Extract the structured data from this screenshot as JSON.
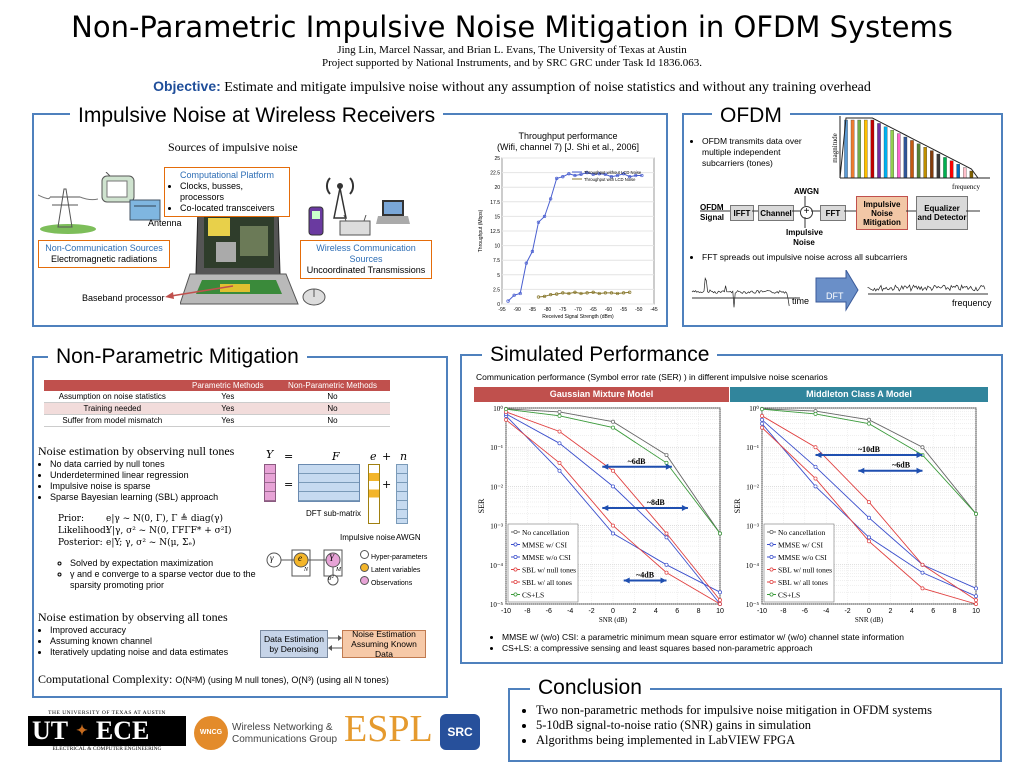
{
  "header": {
    "title": "Non-Parametric Impulsive Noise Mitigation in OFDM Systems",
    "authors": "Jing Lin, Marcel Nassar, and Brian L. Evans, The University of Texas at Austin",
    "support": "Project supported by National Instruments, and by SRC GRC under Task Id 1836.063.",
    "objective_label": "Objective:",
    "objective_text": "Estimate and mitigate impulsive noise without any assumption of noise statistics and without any training overhead"
  },
  "impulsive": {
    "title": "Impulsive Noise at Wireless Receivers",
    "sources_heading": "Sources of impulsive noise",
    "platform_title": "Computational Platform",
    "platform_items": [
      "Clocks, busses, processors",
      "Co-located transceivers"
    ],
    "antenna": "Antenna",
    "noncomm_title": "Non-Communication Sources",
    "noncomm_sub": "Electromagnetic radiations",
    "wireless_title": "Wireless Communication Sources",
    "wireless_sub": "Uncoordinated Transmissions",
    "baseband": "Baseband processor",
    "throughput_title1": "Throughput performance",
    "throughput_title2": "(Wifi, channel 7) [J. Shi et al., 2006]",
    "throughput_xlabel": "Received Signal Strength (dBm)",
    "throughput_ylabel": "Throughput (Mbps)",
    "throughput_legend": [
      "Throughput without LCD Noise",
      "Throughput with LCD Noise"
    ]
  },
  "ofdm": {
    "title": "OFDM",
    "bullet1": "OFDM transmits data over multiple independent subcarriers (tones)",
    "axis_magnitude": "magnitude",
    "axis_frequency": "frequency",
    "awgn": "AWGN",
    "signal": "OFDM Signal",
    "ifft": "IFFT",
    "channel": "Channel",
    "fft": "FFT",
    "impulsive_noise": "Impulsive Noise",
    "inm": "Impulsive Noise Mitigation",
    "eq": "Equalizer and Detector",
    "bullet2": "FFT spreads out impulsive noise across all subcarriers",
    "time": "time",
    "dft": "DFT",
    "frequency": "frequency"
  },
  "mitigation": {
    "title": "Non-Parametric Mitigation",
    "table_headers": [
      "",
      "Parametric Methods",
      "Non-Parametric Methods"
    ],
    "table_rows": [
      [
        "Assumption on noise statistics",
        "Yes",
        "No"
      ],
      [
        "Training needed",
        "Yes",
        "No"
      ],
      [
        "Suffer from model mismatch",
        "Yes",
        "No"
      ]
    ],
    "null_heading": "Noise estimation by observing null tones",
    "null_items": [
      "No data carried by null tones",
      "Underdetermined linear regression",
      "Impulsive noise is sparse",
      "Sparse Bayesian learning (SBL) approach"
    ],
    "prior": "Prior:",
    "prior_eq": "e|γ   ~ N(0, Γ), Γ ≜ diag(γ)",
    "likelihood": "Likelihood:",
    "likelihood_eq": "Y|γ, σ²   ~ N(0, ΓFΓF* + σ²I)",
    "posterior": "Posterior:",
    "posterior_eq": "e|Y; γ, σ² ~ N(μ, Σₑ)",
    "em_items": [
      "Solved by expectation maximization",
      "γ and e converge to a sparse vector due to the sparsity promoting prior"
    ],
    "mat_y": "Y",
    "mat_eq": "=",
    "mat_f": "F",
    "mat_e": "e",
    "mat_plus": "+",
    "mat_n": "n",
    "dft_sub": "DFT sub-matrix",
    "imp_noise": "Impulsive noise",
    "awgn": "AWGN",
    "graph_gamma": "γ",
    "graph_e": "e",
    "graph_Y": "Y",
    "graph_sigma": "σ²",
    "graph_N": "N",
    "graph_M": "M",
    "legend": [
      "Hyper-parameters",
      "Latent variables",
      "Observations"
    ],
    "all_heading": "Noise estimation by observing all tones",
    "all_items": [
      "Improved accuracy",
      "Assuming known channel",
      "Iteratively updating noise and data estimates"
    ],
    "box1": "Data Estimation by Denoising",
    "box2": "Noise Estimation Assuming Known Data",
    "complexity_label": "Computational Complexity:",
    "complexity_text": "O(N²M) (using M null tones), O(N³) (using all N tones)"
  },
  "simulated": {
    "title": "Simulated Performance",
    "subtitle": "Communication performance (Symbol error rate (SER) ) in different impulsive noise scenarios",
    "footnotes": [
      "MMSE w/ (w/o) CSI: a parametric minimum mean square error estimator w/ (w/o) channel  state information",
      "CS+LS: a compressive sensing and least squares based non-parametric approach"
    ]
  },
  "conclusion": {
    "title": "Conclusion",
    "items": [
      "Two non-parametric methods for impulsive noise mitigation in OFDM systems",
      "5-10dB signal-to-noise ratio (SNR) gains in simulation",
      "Algorithms being implemented in LabVIEW FPGA"
    ]
  },
  "logos": {
    "ut_top": "THE UNIVERSITY OF TEXAS AT AUSTIN",
    "ut": "UT",
    "ece": "ECE",
    "ut_bottom": "ELECTRICAL & COMPUTER ENGINEERING",
    "wncg": "WNCG",
    "wncg_text1": "Wireless Networking &",
    "wncg_text2": "Communications Group",
    "espl": "ESPL",
    "src": "SRC"
  },
  "chart_data": [
    {
      "type": "line",
      "title": "Throughput performance (Wifi, channel 7) [J. Shi et al., 2006]",
      "xlabel": "Received Signal Strength (dBm)",
      "ylabel": "Throughput (Mbps)",
      "xlim": [
        -95,
        -45
      ],
      "ylim": [
        0,
        25
      ],
      "xticks": [
        -95,
        -90,
        -85,
        -80,
        -75,
        -70,
        -65,
        -60,
        -55,
        -50,
        -45
      ],
      "yticks": [
        0,
        2.5,
        5,
        7.5,
        10,
        12.5,
        15,
        17.5,
        20,
        22.5,
        25
      ],
      "legend": "top-right",
      "x": [
        -93,
        -91,
        -89,
        -87,
        -85,
        -83,
        -81,
        -79,
        -77,
        -75,
        -73,
        -71,
        -69,
        -67,
        -65,
        -63,
        -61,
        -59,
        -57,
        -55,
        -53,
        -51,
        -49
      ],
      "series": [
        {
          "name": "Throughput without LCD Noise",
          "color": "#4a5fd0",
          "values": [
            0.5,
            1.5,
            1.8,
            7,
            9,
            14,
            15,
            18,
            21.5,
            21.8,
            22.3,
            22,
            22.2,
            22.5,
            22.2,
            22.3,
            22.2,
            21.8,
            22,
            22.3,
            21.8,
            22,
            22
          ]
        },
        {
          "name": "Throughput with LCD Noise",
          "color": "#8a7a30",
          "values": [
            null,
            null,
            null,
            null,
            null,
            1.2,
            1.3,
            1.6,
            1.7,
            1.9,
            1.8,
            2.0,
            1.8,
            1.9,
            2.0,
            1.8,
            1.9,
            1.9,
            1.8,
            1.9,
            2.0,
            null,
            null
          ]
        }
      ]
    },
    {
      "type": "line",
      "title": "Gaussian Mixture Model",
      "xlabel": "SNR (dB)",
      "ylabel": "SER",
      "xlim": [
        -10,
        10
      ],
      "ylim_log10": [
        -5,
        0
      ],
      "xticks": [
        -10,
        -8,
        -6,
        -4,
        -2,
        0,
        2,
        4,
        6,
        8,
        10
      ],
      "ytick_labels": [
        "10⁰",
        "10⁻¹",
        "10⁻²",
        "10⁻³",
        "10⁻⁴",
        "10⁻⁵"
      ],
      "annotations": [
        "~6dB",
        "~8dB",
        "~4dB"
      ],
      "legend": "bottom-left",
      "x": [
        -10,
        -5,
        0,
        5,
        10
      ],
      "series": [
        {
          "name": "No cancellation",
          "color": "#666666",
          "marker": "o",
          "log10_values": [
            -0.02,
            -0.1,
            -0.35,
            -1.2,
            -3.2
          ]
        },
        {
          "name": "MMSE w/ CSI",
          "color": "#3b4fcc",
          "marker": "*",
          "log10_values": [
            -0.2,
            -1.6,
            -3.2,
            -4.0,
            -4.7
          ]
        },
        {
          "name": "MMSE w/o CSI",
          "color": "#3b4fcc",
          "marker": "+",
          "log10_values": [
            -0.15,
            -0.9,
            -2.0,
            -3.3,
            -5.0
          ]
        },
        {
          "name": "SBL w/ null tones",
          "color": "#e04040",
          "marker": "*",
          "log10_values": [
            -0.1,
            -0.6,
            -1.6,
            -3.2,
            -4.9
          ]
        },
        {
          "name": "SBL w/ all tones",
          "color": "#e04040",
          "marker": "+",
          "log10_values": [
            -0.3,
            -1.4,
            -3.0,
            -4.2,
            -5.0
          ]
        },
        {
          "name": "CS+LS",
          "color": "#3a9a3a",
          "marker": "□",
          "log10_values": [
            -0.03,
            -0.2,
            -0.5,
            -1.4,
            -3.2
          ]
        }
      ]
    },
    {
      "type": "line",
      "title": "Middleton Class A Model",
      "xlabel": "SNR (dB)",
      "ylabel": "SER",
      "xlim": [
        -10,
        10
      ],
      "ylim_log10": [
        -5,
        0
      ],
      "xticks": [
        -10,
        -8,
        -6,
        -4,
        -2,
        0,
        2,
        4,
        6,
        8,
        10
      ],
      "ytick_labels": [
        "10⁰",
        "10⁻¹",
        "10⁻²",
        "10⁻³",
        "10⁻⁴",
        "10⁻⁵"
      ],
      "annotations": [
        "~10dB",
        "~6dB"
      ],
      "legend": "bottom-left",
      "x": [
        -10,
        -5,
        0,
        5,
        10
      ],
      "series": [
        {
          "name": "No cancellation",
          "color": "#666666",
          "marker": "o",
          "log10_values": [
            -0.02,
            -0.08,
            -0.3,
            -1.0,
            -2.7
          ]
        },
        {
          "name": "MMSE w/ CSI",
          "color": "#3b4fcc",
          "marker": "*",
          "log10_values": [
            -0.4,
            -2.0,
            -3.3,
            -4.2,
            -4.8
          ]
        },
        {
          "name": "MMSE w/o CSI",
          "color": "#3b4fcc",
          "marker": "+",
          "log10_values": [
            -0.3,
            -1.5,
            -2.8,
            -4.0,
            -4.6
          ]
        },
        {
          "name": "SBL w/ null tones",
          "color": "#e04040",
          "marker": "*",
          "log10_values": [
            -0.2,
            -1.0,
            -2.4,
            -4.0,
            -4.9
          ]
        },
        {
          "name": "SBL w/ all tones",
          "color": "#e04040",
          "marker": "+",
          "log10_values": [
            -0.5,
            -1.8,
            -3.4,
            -4.6,
            -5.0
          ]
        },
        {
          "name": "CS+LS",
          "color": "#3a9a3a",
          "marker": "□",
          "log10_values": [
            -0.03,
            -0.15,
            -0.4,
            -1.2,
            -2.7
          ]
        }
      ]
    }
  ]
}
